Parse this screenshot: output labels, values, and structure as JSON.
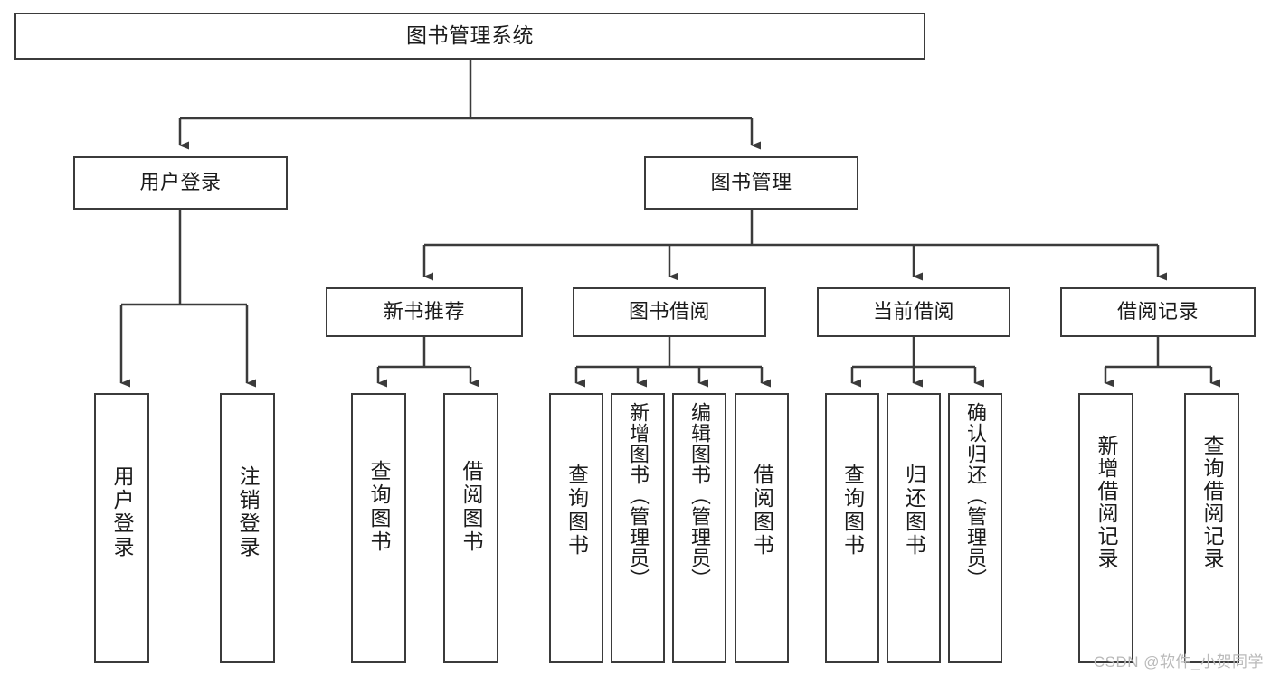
{
  "diagram": {
    "type": "tree",
    "title": "图书管理系统",
    "background_color": "#ffffff",
    "border_color": "#3b3b3b",
    "text_color": "#1b1b1b"
  },
  "nodes": {
    "root": {
      "label": "图书管理系统"
    },
    "level2": [
      {
        "label": "用户登录"
      },
      {
        "label": "图书管理"
      }
    ],
    "level3": [
      {
        "label": "新书推荐"
      },
      {
        "label": "图书借阅"
      },
      {
        "label": "当前借阅"
      },
      {
        "label": "借阅记录"
      }
    ],
    "leaves": {
      "user_login": [
        {
          "label": "用户登录"
        },
        {
          "label": "注销登录"
        }
      ],
      "new_book_recommend": [
        {
          "label": "查询图书"
        },
        {
          "label": "借阅图书"
        }
      ],
      "book_borrow": [
        {
          "label": "查询图书"
        },
        {
          "label": "新增图书（管理员）"
        },
        {
          "label": "编辑图书（管理员）"
        },
        {
          "label": "借阅图书"
        }
      ],
      "current_borrow": [
        {
          "label": "查询图书"
        },
        {
          "label": "归还图书"
        },
        {
          "label": "确认归还（管理员）"
        }
      ],
      "borrow_record": [
        {
          "label": "新增借阅记录"
        },
        {
          "label": "查询借阅记录"
        }
      ]
    }
  },
  "watermark": {
    "text": "CSDN @软件_小贺同学"
  }
}
